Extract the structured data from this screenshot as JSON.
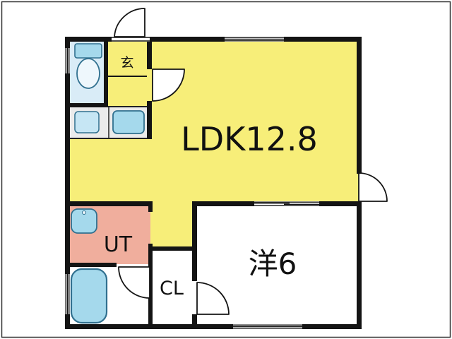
{
  "floor_plan": {
    "rooms": {
      "ldk": {
        "label": "LDK12.8",
        "color": "#f7ee79"
      },
      "western_room": {
        "label": "洋6",
        "color": "#ffffff"
      },
      "utility": {
        "label": "UT",
        "color": "#f0ae9d"
      },
      "closet": {
        "label": "CL",
        "color": "#ffffff"
      },
      "entrance": {
        "label": "玄",
        "color": "#f7ee79"
      },
      "toilet": {
        "color": "#d9ecf7"
      },
      "bathroom": {
        "color": "#ffffff"
      }
    },
    "colors": {
      "wall": "#141414",
      "frame": "#333333",
      "background": "#ffffff",
      "fixture_blue": "#a5d9ec",
      "fixture_blue_light": "#c6e6f4",
      "fixture_outline": "#30708f",
      "counter_grey": "#ebebeb"
    },
    "fixtures": [
      "toilet-icon",
      "kitchen-sink-icon",
      "wash-basin-icon",
      "bathtub-icon",
      "door-swing-icon",
      "window-icon"
    ]
  }
}
